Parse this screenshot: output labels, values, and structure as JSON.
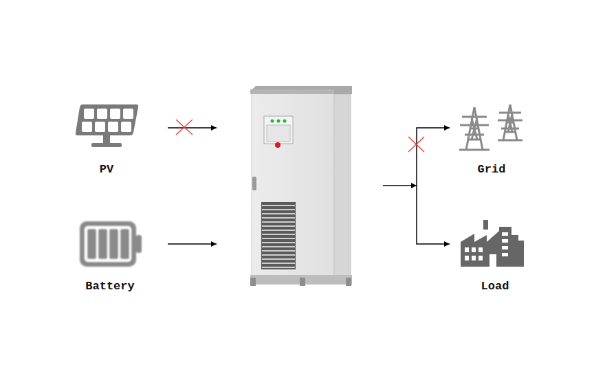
{
  "diagram": {
    "nodes": [
      {
        "text": [
          "PV"
        ]
      },
      {
        "text": [
          "Battery"
        ]
      },
      {
        "text": [
          "Grid"
        ]
      },
      {
        "text": [
          "Load"
        ]
      }
    ]
  }
}
